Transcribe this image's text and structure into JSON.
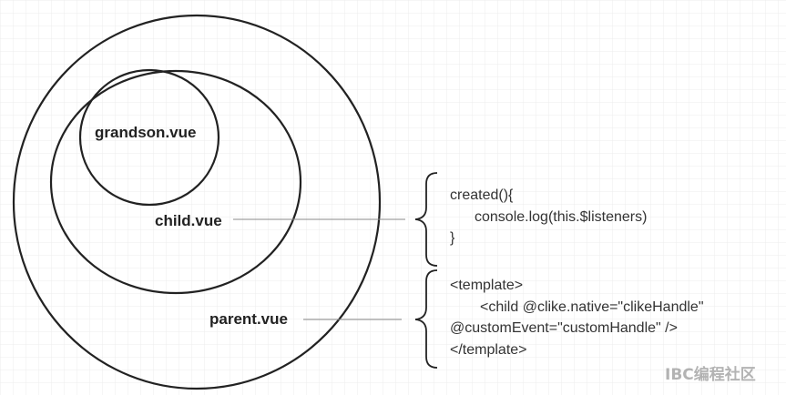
{
  "diagram": {
    "nodes": {
      "grandson": "grandson.vue",
      "child": "child.vue",
      "parent": "parent.vue"
    },
    "code_blocks": {
      "child": {
        "lines": [
          "created(){",
          "console.log(this.$listeners)",
          "}"
        ]
      },
      "parent": {
        "lines": [
          "<template>",
          "<child @clike.native=\"clikeHandle\"",
          "@customEvent=\"customHandle\" />",
          "</template>"
        ]
      }
    },
    "watermark": "IBC编程社区"
  }
}
